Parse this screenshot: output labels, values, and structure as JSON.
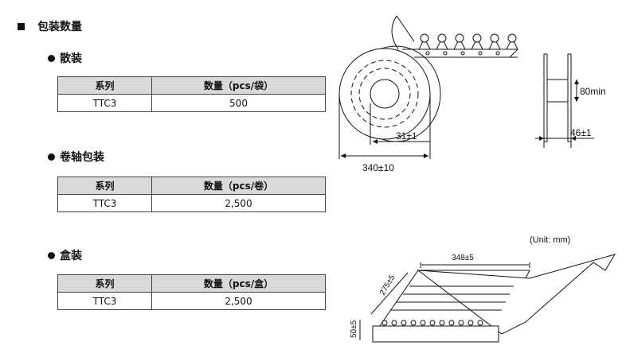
{
  "heading": "包装数量",
  "sections": [
    {
      "title": "散装",
      "headers": [
        "系列",
        "数量（pcs/袋）"
      ],
      "row": [
        "TTC3",
        "500"
      ]
    },
    {
      "title": "卷轴包装",
      "headers": [
        "系列",
        "数量（pcs/卷）"
      ],
      "row": [
        "TTC3",
        "2,500"
      ]
    },
    {
      "title": "盒装",
      "headers": [
        "系列",
        "数量（pcs/盒）"
      ],
      "row": [
        "TTC3",
        "2,500"
      ]
    }
  ],
  "reel_dims": {
    "diameter": "340±10",
    "hub": "31±1",
    "flange_gap": "80min",
    "width": "46±1"
  },
  "box": {
    "unit": "(Unit: mm)",
    "length": "348±5",
    "depth": "275±5",
    "height": "50±5"
  }
}
